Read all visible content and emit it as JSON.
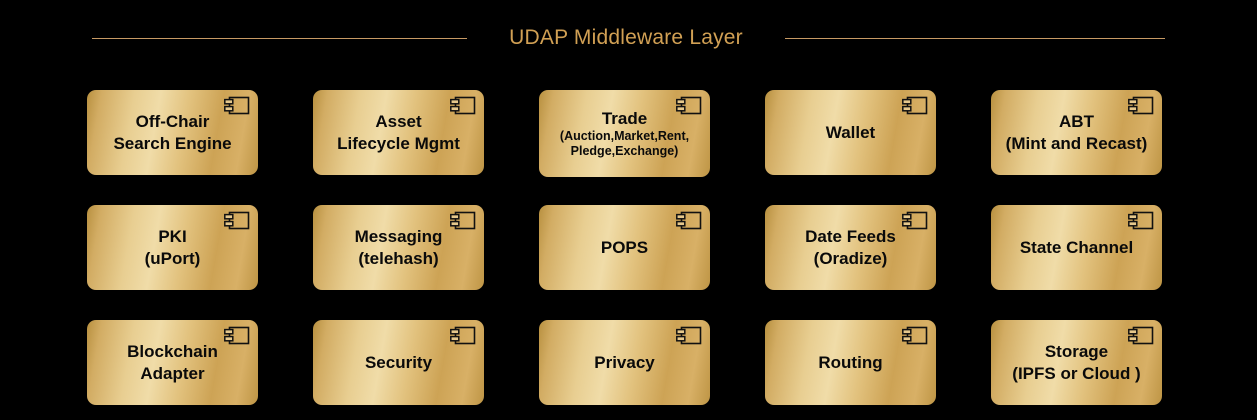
{
  "header": {
    "title": "UDAP Middleware Layer",
    "rule_color": "#C79A64",
    "title_color": "#D1A054"
  },
  "theme": {
    "background": "#000000",
    "box_gold_light": "#F0DCA8",
    "box_gold_mid": "#D8B066",
    "box_gold_dark": "#B8903F",
    "text_color": "#0A0A0A"
  },
  "icon": {
    "name": "uml-component-icon"
  },
  "grid": {
    "columns": 5,
    "rows": 3,
    "components": [
      {
        "id": "off-chair-search-engine",
        "line1": "Off-Chair",
        "line2": "Search Engine",
        "small": []
      },
      {
        "id": "asset-lifecycle-mgmt",
        "line1": "Asset",
        "line2": "Lifecycle Mgmt",
        "small": []
      },
      {
        "id": "trade",
        "line1": "Trade",
        "line2": "",
        "small": [
          "(Auction,Market,Rent,",
          "Pledge,Exchange)"
        ]
      },
      {
        "id": "wallet",
        "line1": "Wallet",
        "line2": "",
        "small": []
      },
      {
        "id": "abt",
        "line1": "ABT",
        "line2": "(Mint and Recast)",
        "small": []
      },
      {
        "id": "pki",
        "line1": "PKI",
        "line2": "(uPort)",
        "small": []
      },
      {
        "id": "messaging",
        "line1": "Messaging",
        "line2": "(telehash)",
        "small": []
      },
      {
        "id": "pops",
        "line1": "POPS",
        "line2": "",
        "small": []
      },
      {
        "id": "date-feeds",
        "line1": "Date Feeds",
        "line2": "(Oradize)",
        "small": []
      },
      {
        "id": "state-channel",
        "line1": "State Channel",
        "line2": "",
        "small": []
      },
      {
        "id": "blockchain-adapter",
        "line1": "Blockchain",
        "line2": "Adapter",
        "small": []
      },
      {
        "id": "security",
        "line1": "Security",
        "line2": "",
        "small": []
      },
      {
        "id": "privacy",
        "line1": "Privacy",
        "line2": "",
        "small": []
      },
      {
        "id": "routing",
        "line1": "Routing",
        "line2": "",
        "small": []
      },
      {
        "id": "storage",
        "line1": "Storage",
        "line2": "(IPFS or Cloud )",
        "small": []
      }
    ]
  }
}
